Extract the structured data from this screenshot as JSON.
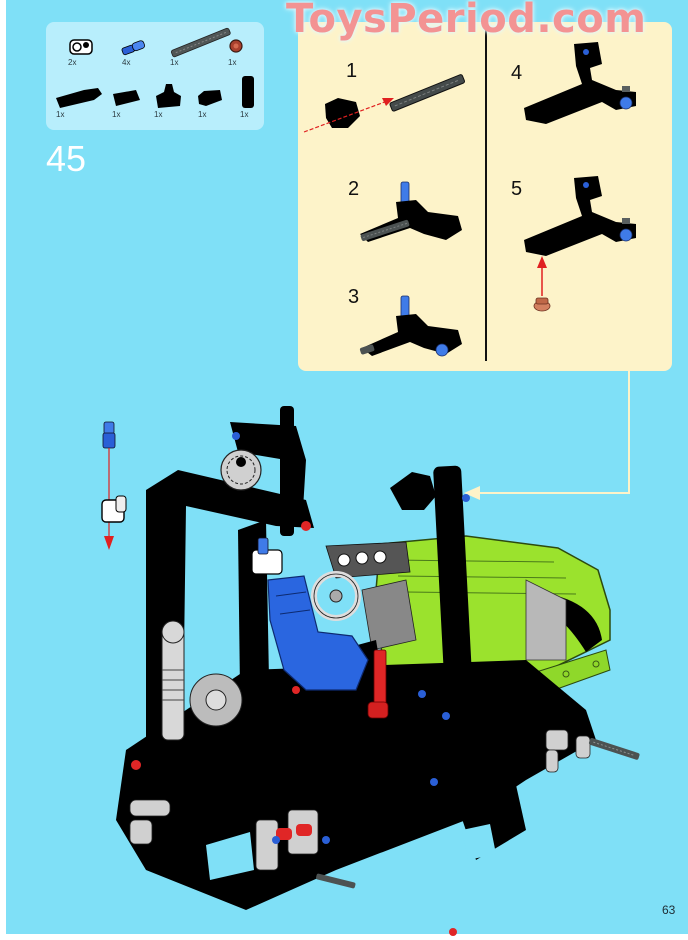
{
  "watermark": "ToysPeriod.com",
  "step": {
    "number": "45"
  },
  "parts_list": {
    "row1": [
      {
        "name": "white-connector-part",
        "qty": "2x",
        "color": "#ffffff"
      },
      {
        "name": "blue-axle-pin-part",
        "qty": "4x",
        "color": "#2a5fd6"
      },
      {
        "name": "dark-gray-axle-part",
        "qty": "1x",
        "color": "#555a5a"
      },
      {
        "name": "red-brown-bush-part",
        "qty": "1x",
        "color": "#b0402c"
      }
    ],
    "row2": [
      {
        "name": "black-angled-beam-part",
        "qty": "1x",
        "color": "#000000"
      },
      {
        "name": "black-beam-part",
        "qty": "1x",
        "color": "#000000"
      },
      {
        "name": "black-connector-part",
        "qty": "1x",
        "color": "#000000"
      },
      {
        "name": "black-block-part",
        "qty": "1x",
        "color": "#000000"
      },
      {
        "name": "black-pin-part",
        "qty": "1x",
        "color": "#000000"
      }
    ]
  },
  "substeps": [
    {
      "label": "1"
    },
    {
      "label": "2"
    },
    {
      "label": "3"
    },
    {
      "label": "4"
    },
    {
      "label": "5"
    }
  ],
  "colors": {
    "page_background": "#7fe0f7",
    "substep_panel": "#fdf3c9",
    "parts_panel": "#b8eefc",
    "arrow_red": "#e02020",
    "lime_green": "#9be22d",
    "technic_blue": "#2a5fd6",
    "light_gray": "#c8c8c8"
  },
  "page_number": "63"
}
